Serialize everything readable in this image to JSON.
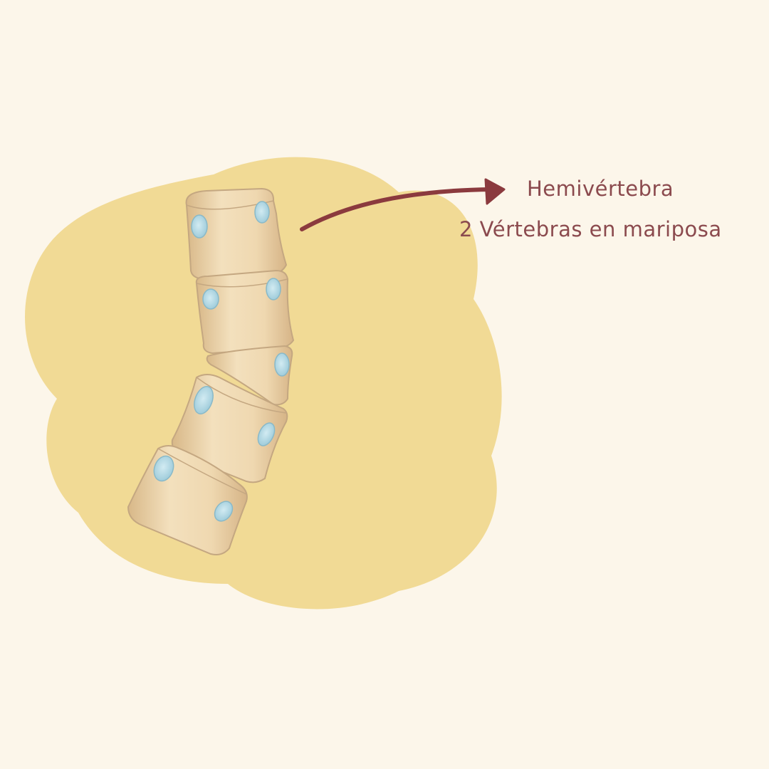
{
  "labels": {
    "primary": "Hemivértebra",
    "secondary": "2 Vértebras en mariposa"
  },
  "colors": {
    "background": "#fcf6ea",
    "blob": "#f1da95",
    "bone": "#edd6ae",
    "bone_shade": "#d9b98a",
    "bone_outline": "#c4a781",
    "foramen": "#a9d2e0",
    "text": "#8b4a4e",
    "arrow": "#8b3a3e"
  },
  "diagram": {
    "vertebra_count": 5,
    "arrow_icon": "curved-arrow-right"
  }
}
